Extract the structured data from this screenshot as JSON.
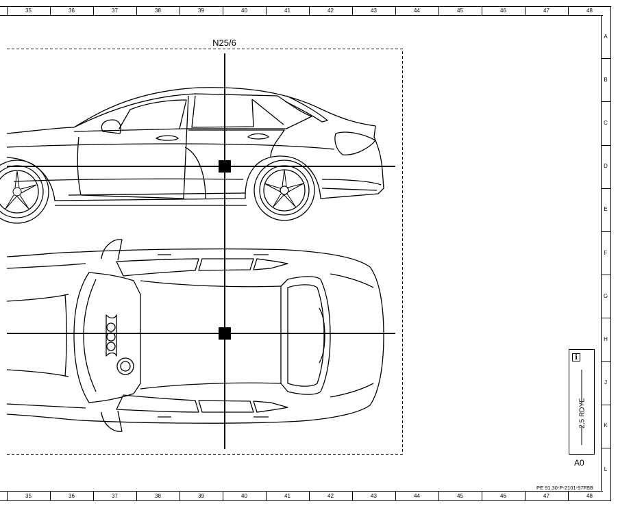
{
  "grid": {
    "columns": [
      "35",
      "36",
      "37",
      "38",
      "39",
      "40",
      "41",
      "42",
      "43",
      "44",
      "45",
      "46",
      "47",
      "48"
    ],
    "rows": [
      "A",
      "B",
      "C",
      "D",
      "E",
      "F",
      "G",
      "H",
      "J",
      "K",
      "L"
    ]
  },
  "component_label": "N25/6",
  "wire": {
    "label": "2,5 RDYE"
  },
  "info_icon": "info-icon",
  "sheet_size": "A0",
  "document_id": "PE 91.30-P-2101-97FBB"
}
